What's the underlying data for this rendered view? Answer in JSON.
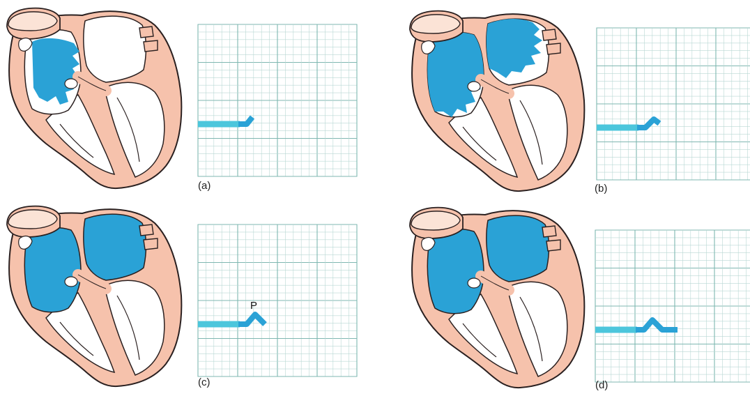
{
  "colors": {
    "tissue": "#f6c2ac",
    "outline": "#2a2020",
    "chamber": "#ffffff",
    "depolarized": "#2aa2d6",
    "grid_minor": "#b9d8d4",
    "grid_major": "#7fb7b1",
    "trace_baseline": "#4cc6dc",
    "trace_new": "#2aa2d6"
  },
  "panels": [
    {
      "label": "(a)",
      "stage": "sa-node-fires",
      "wave_label": ""
    },
    {
      "label": "(b)",
      "stage": "atrial-depolarization-spreading",
      "wave_label": ""
    },
    {
      "label": "(c)",
      "stage": "atria-fully-depolarized",
      "wave_label": "P"
    },
    {
      "label": "(d)",
      "stage": "av-node-delay",
      "wave_label": ""
    }
  ]
}
